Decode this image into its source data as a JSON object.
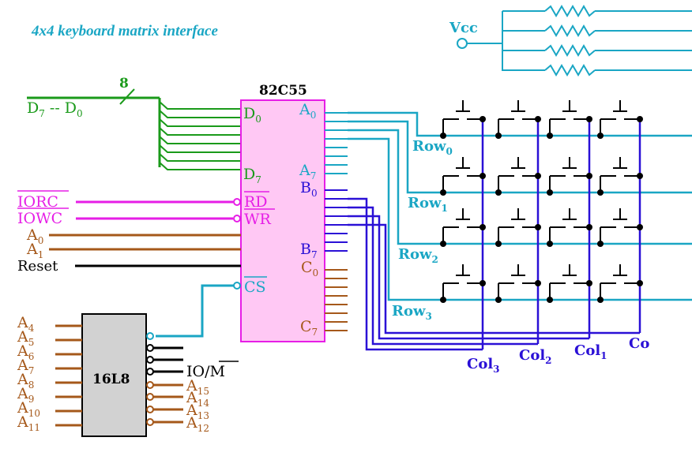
{
  "title": "4x4 keyboard matrix interface",
  "vcc": "Vcc",
  "bus": {
    "width": "8",
    "d7": "D",
    "d7_sub": "7",
    "sep": " -- ",
    "d0": "D",
    "d0_sub": "0"
  },
  "ppi": {
    "name": "82C55",
    "d0": "D",
    "d0_sub": "0",
    "d7": "D",
    "d7_sub": "7",
    "rd": "RD",
    "wr": "WR",
    "cs": "CS",
    "a0": "A",
    "a0_sub": "0",
    "a7": "A",
    "a7_sub": "7",
    "b0": "B",
    "b0_sub": "0",
    "b7": "B",
    "b7_sub": "7",
    "c0": "C",
    "c0_sub": "0",
    "c7": "C",
    "c7_sub": "7"
  },
  "signals": {
    "iorc": "IORC",
    "iowc": "IOWC",
    "a0": "A",
    "a0_sub": "0",
    "a1": "A",
    "a1_sub": "1",
    "reset": "Reset"
  },
  "decoder": {
    "name": "16L8",
    "inputs": [
      {
        "n": "A",
        "s": "4"
      },
      {
        "n": "A",
        "s": "5"
      },
      {
        "n": "A",
        "s": "6"
      },
      {
        "n": "A",
        "s": "7"
      },
      {
        "n": "A",
        "s": "8"
      },
      {
        "n": "A",
        "s": "9"
      },
      {
        "n": "A",
        "s": "10"
      },
      {
        "n": "A",
        "s": "11"
      }
    ],
    "io_label": "IO/",
    "io_m": "M",
    "addr_outputs": [
      {
        "n": "A",
        "s": "15"
      },
      {
        "n": "A",
        "s": "14"
      },
      {
        "n": "A",
        "s": "13"
      },
      {
        "n": "A",
        "s": "12"
      }
    ]
  },
  "rows": [
    {
      "n": "Row",
      "s": "0"
    },
    {
      "n": "Row",
      "s": "1"
    },
    {
      "n": "Row",
      "s": "2"
    },
    {
      "n": "Row",
      "s": "3"
    }
  ],
  "cols": [
    {
      "n": "Col",
      "s": "3"
    },
    {
      "n": "Col",
      "s": "2"
    },
    {
      "n": "Col",
      "s": "1"
    },
    {
      "n": "Co",
      "s": ""
    }
  ],
  "colors": {
    "data_bus": "#1a9a1a",
    "port_a": "#1aa6c4",
    "port_b": "#2a10d6",
    "port_c": "#a5581a",
    "control": "#e61ee6",
    "address": "#a5581a",
    "black": "#000000",
    "chip_fill": "#ffc8f4",
    "decoder_fill": "#d2d2d2"
  }
}
